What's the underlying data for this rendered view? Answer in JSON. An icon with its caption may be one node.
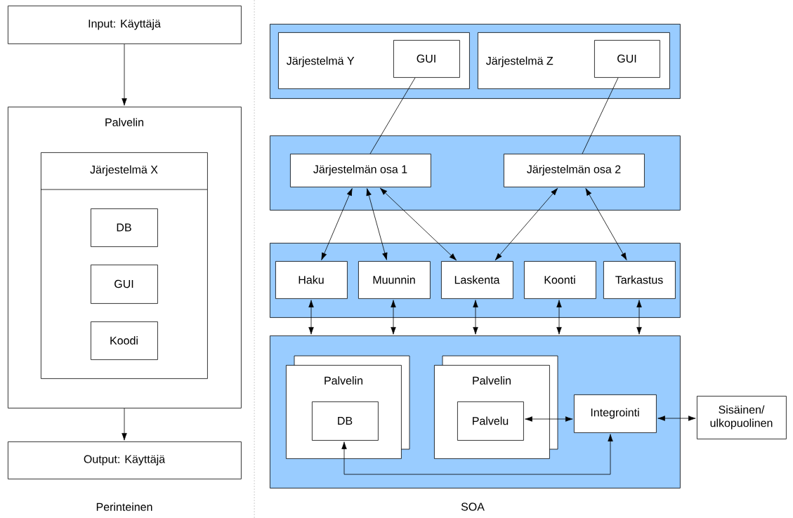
{
  "diagram": {
    "nodes": [
      {
        "text": [
          "Input: Käyttäjä"
        ]
      },
      {
        "text": [
          "Palvelin"
        ]
      },
      {
        "text": [
          "Järjestelmä X"
        ],
        "in": 1
      },
      {
        "text": [
          "DB"
        ],
        "in": 2
      },
      {
        "text": [
          "GUI"
        ],
        "in": 2
      },
      {
        "text": [
          "Koodi"
        ],
        "in": 2
      },
      {
        "text": [
          "Output: Käyttäjä"
        ]
      },
      {
        "text": [],
        "shape": "box"
      },
      {
        "text": [
          "Järjestelmä Y"
        ],
        "in": 7
      },
      {
        "text": [
          "GUI"
        ],
        "in": 8
      },
      {
        "text": [
          "Järjestelmä Z"
        ],
        "in": 7
      },
      {
        "text": [
          "GUI"
        ],
        "in": 10
      },
      {
        "text": [],
        "shape": "box"
      },
      {
        "text": [
          "Järjestelmän osa 1"
        ],
        "in": 12
      },
      {
        "text": [
          "Järjestelmän osa 2"
        ],
        "in": 12
      },
      {
        "text": [],
        "shape": "box"
      },
      {
        "text": [
          "Haku"
        ],
        "in": 15
      },
      {
        "text": [
          "Muunnin"
        ],
        "in": 15
      },
      {
        "text": [
          "Laskenta"
        ],
        "in": 15
      },
      {
        "text": [
          "Koonti"
        ],
        "in": 15
      },
      {
        "text": [
          "Tarkastus"
        ],
        "in": 15
      },
      {
        "text": [],
        "shape": "box"
      },
      {
        "text": [
          "Palvelin"
        ],
        "in": 21
      },
      {
        "text": [
          "DB"
        ],
        "in": 22
      },
      {
        "text": [
          "Palvelin"
        ],
        "in": 21
      },
      {
        "text": [
          "Palvelu"
        ],
        "in": 24
      },
      {
        "text": [
          "Integrointi"
        ],
        "in": 21
      },
      {
        "text": [
          "Sisäinen/ ulkopuolinen"
        ]
      }
    ],
    "edges": [
      {
        "from": 0,
        "to": 1,
        "arrow": "to"
      },
      {
        "from": 1,
        "to": 6,
        "arrow": "to"
      },
      {
        "from": 9,
        "to": 13,
        "arrow": "none"
      },
      {
        "from": 11,
        "to": 14,
        "arrow": "none"
      },
      {
        "from": 13,
        "to": 16,
        "arrow": "both"
      },
      {
        "from": 13,
        "to": 17,
        "arrow": "both"
      },
      {
        "from": 13,
        "to": 18,
        "arrow": "both"
      },
      {
        "from": 14,
        "to": 18,
        "arrow": "both"
      },
      {
        "from": 14,
        "to": 20,
        "arrow": "both"
      },
      {
        "from": 16,
        "to": 21,
        "arrow": "both"
      },
      {
        "from": 17,
        "to": 21,
        "arrow": "both"
      },
      {
        "from": 18,
        "to": 21,
        "arrow": "both"
      },
      {
        "from": 19,
        "to": 21,
        "arrow": "both"
      },
      {
        "from": 20,
        "to": 21,
        "arrow": "both"
      },
      {
        "from": 25,
        "to": 26,
        "arrow": "both"
      },
      {
        "from": 26,
        "to": 27,
        "arrow": "both"
      },
      {
        "from": 23,
        "to": 26,
        "arrow": "both"
      }
    ],
    "labels": [
      "Perinteinen",
      "SOA"
    ]
  }
}
